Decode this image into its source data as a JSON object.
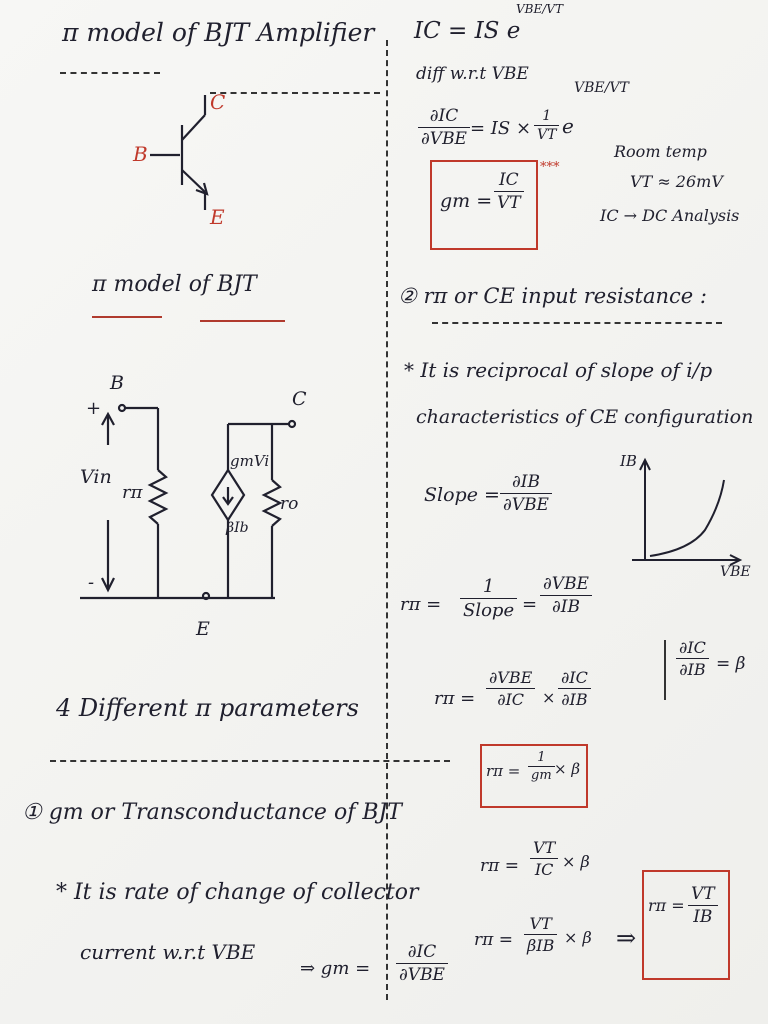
{
  "left": {
    "title": "π model of BJT Amplifier",
    "symbol": {
      "b": "B",
      "c": "C",
      "e": "E"
    },
    "subtitle": "π model of BJT",
    "circuit": {
      "b": "B",
      "c": "C",
      "e": "E",
      "plus": "+",
      "minus": "-",
      "vin": "Vin",
      "rpi": "rπ",
      "gmvi": "gmVi",
      "bib": "βIb",
      "ro": "ro"
    },
    "params_title": "4 Different π parameters",
    "item1_title": "① gm or Transconductance of BJT",
    "item1_line1": "* It is rate of change of collector",
    "item1_line2": "current w.r.t VBE",
    "item1_formula_lhs": "⇒ gm =",
    "item1_formula_num": "∂IC",
    "item1_formula_den": "∂VBE"
  },
  "right": {
    "eq1": "IC = IS e",
    "eq1_exp": "VBE/VT",
    "diff": "diff w.r.t VBE",
    "eq2_lhs_num": "∂IC",
    "eq2_lhs_den": "∂VBE",
    "eq2_mid": "= IS ×",
    "eq2_frac_num": "1",
    "eq2_frac_den": "VT",
    "eq2_e": "e",
    "eq2_exp": "VBE/VT",
    "stars": "***",
    "gm_lhs": "gm =",
    "gm_num": "IC",
    "gm_den": "VT",
    "note1": "Room temp",
    "note2": "VT ≈ 26mV",
    "note3": "IC → DC Analysis",
    "item2_title": "② rπ or CE input resistance :",
    "item2_line1": "* It is reciprocal of slope of i/p",
    "item2_line2": "characteristics of CE configuration",
    "slope_lhs": "Slope =",
    "slope_num": "∂IB",
    "slope_den": "∂VBE",
    "graph_y": "IB",
    "graph_x": "VBE",
    "rpi1_lhs": "rπ =",
    "rpi1_num": "1",
    "rpi1_den": "Slope",
    "rpi1_eq": "=",
    "rpi1_num2": "∂VBE",
    "rpi1_den2": "∂IB",
    "beta_num": "∂IC",
    "beta_den": "∂IB",
    "beta_rhs": "= β",
    "rpi2_lhs": "rπ =",
    "rpi2_num1": "∂VBE",
    "rpi2_den1": "∂IC",
    "rpi2_times": "×",
    "rpi2_num2": "∂IC",
    "rpi2_den2": "∂IB",
    "rpi3_lhs": "rπ =",
    "rpi3_num": "1",
    "rpi3_den": "gm",
    "rpi3_rhs": "× β",
    "rpi4_lhs": "rπ =",
    "rpi4_num": "VT",
    "rpi4_den": "IC",
    "rpi4_rhs": "× β",
    "rpi5_lhs": "rπ =",
    "rpi5_num": "VT",
    "rpi5_den": "βIB",
    "rpi5_rhs": "× β",
    "arrow": "⇒",
    "final_lhs": "rπ =",
    "final_num": "VT",
    "final_den": "IB"
  }
}
